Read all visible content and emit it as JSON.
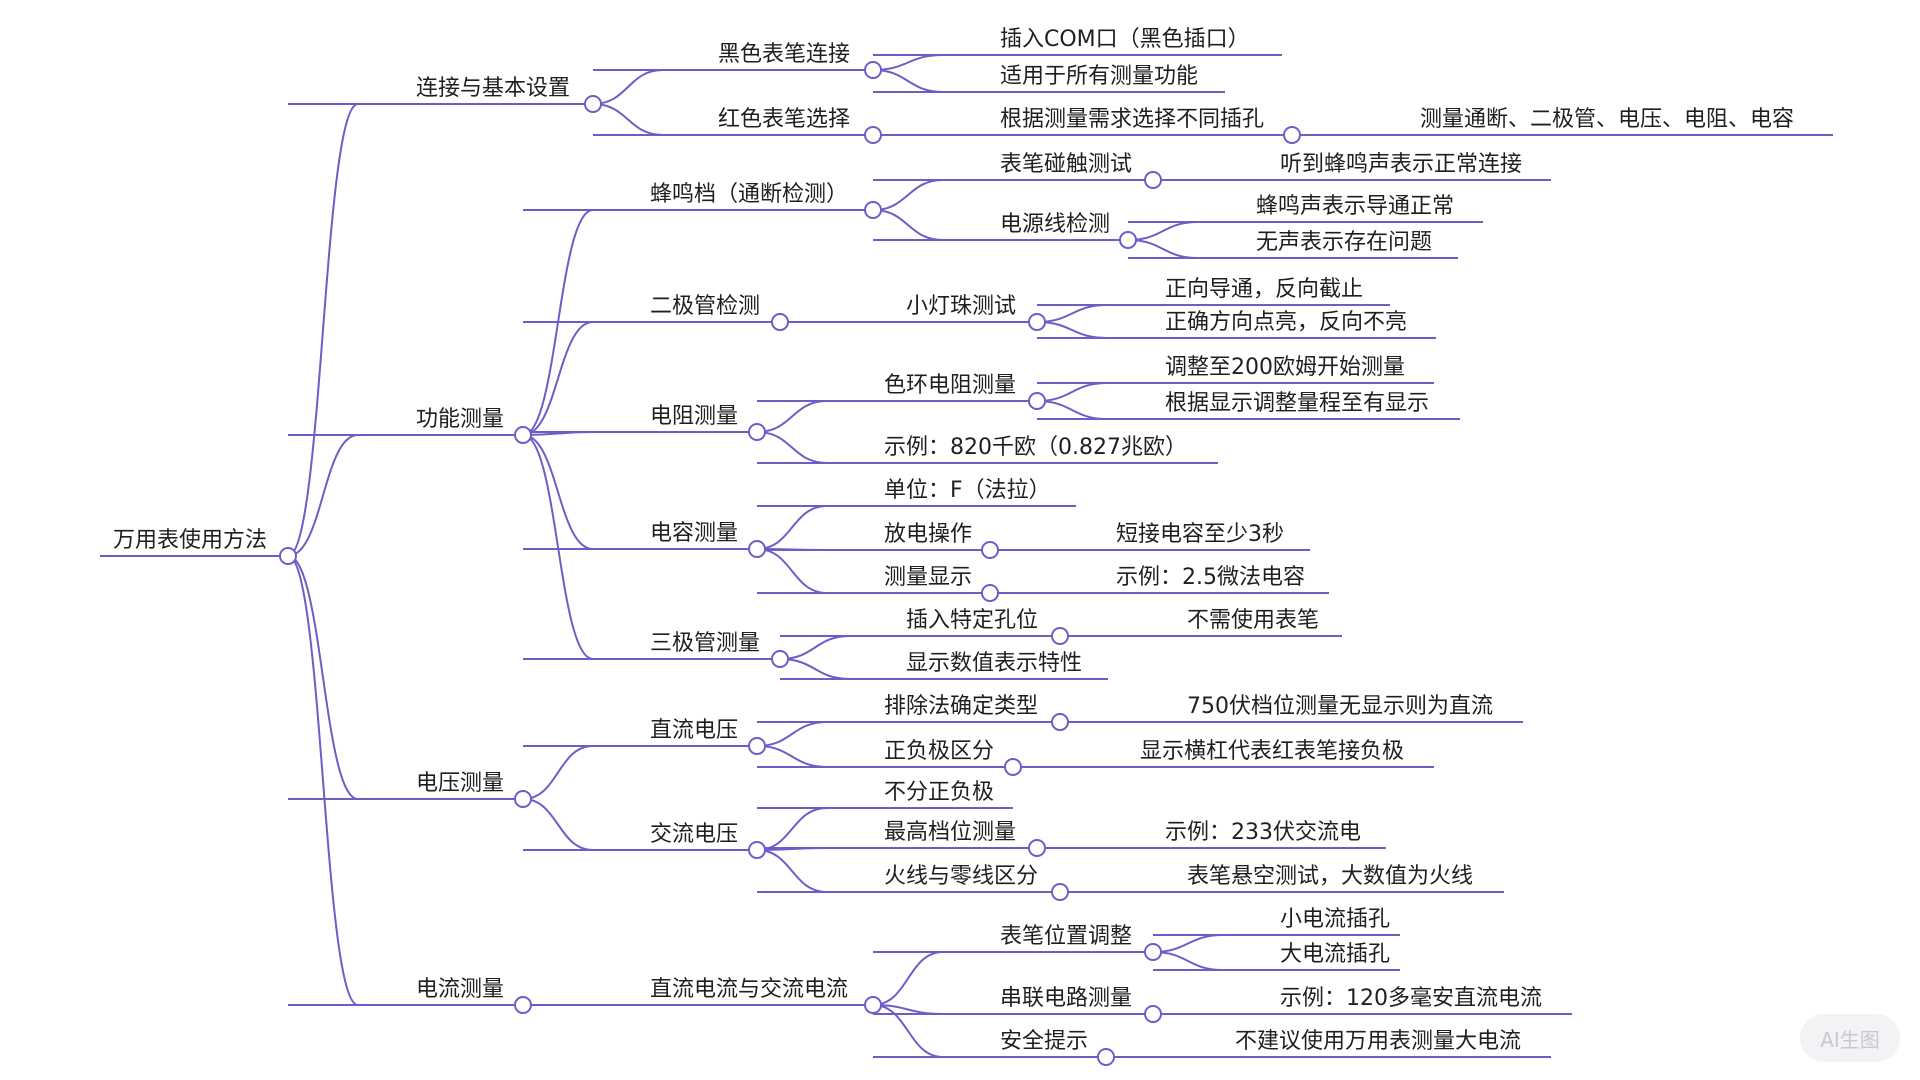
{
  "root": {
    "label": "万用表使用方法",
    "children": [
      {
        "label": "连接与基本设置",
        "children": [
          {
            "label": "黑色表笔连接",
            "children": [
              {
                "label": "插入COM口（黑色插口）"
              },
              {
                "label": "适用于所有测量功能"
              }
            ]
          },
          {
            "label": "红色表笔选择",
            "children": [
              {
                "label": "根据测量需求选择不同插孔",
                "children": [
                  {
                    "label": "测量通断、二极管、电压、电阻、电容"
                  }
                ]
              }
            ]
          }
        ]
      },
      {
        "label": "功能测量",
        "children": [
          {
            "label": "蜂鸣档（通断检测）",
            "children": [
              {
                "label": "表笔碰触测试",
                "children": [
                  {
                    "label": "听到蜂鸣声表示正常连接"
                  }
                ]
              },
              {
                "label": "电源线检测",
                "children": [
                  {
                    "label": "蜂鸣声表示导通正常"
                  },
                  {
                    "label": "无声表示存在问题"
                  }
                ]
              }
            ]
          },
          {
            "label": "二极管检测",
            "children": [
              {
                "label": "小灯珠测试",
                "children": [
                  {
                    "label": "正向导通，反向截止"
                  },
                  {
                    "label": "正确方向点亮，反向不亮"
                  }
                ]
              }
            ]
          },
          {
            "label": "电阻测量",
            "children": [
              {
                "label": "色环电阻测量",
                "children": [
                  {
                    "label": "调整至200欧姆开始测量"
                  },
                  {
                    "label": "根据显示调整量程至有显示"
                  }
                ]
              },
              {
                "label": "示例：820千欧（0.827兆欧）"
              }
            ]
          },
          {
            "label": "电容测量",
            "children": [
              {
                "label": "单位：F（法拉）"
              },
              {
                "label": "放电操作",
                "children": [
                  {
                    "label": "短接电容至少3秒"
                  }
                ]
              },
              {
                "label": "测量显示",
                "children": [
                  {
                    "label": "示例：2.5微法电容"
                  }
                ]
              }
            ]
          },
          {
            "label": "三极管测量",
            "children": [
              {
                "label": "插入特定孔位",
                "children": [
                  {
                    "label": "不需使用表笔"
                  }
                ]
              },
              {
                "label": "显示数值表示特性"
              }
            ]
          }
        ]
      },
      {
        "label": "电压测量",
        "children": [
          {
            "label": "直流电压",
            "children": [
              {
                "label": "排除法确定类型",
                "children": [
                  {
                    "label": "750伏档位测量无显示则为直流"
                  }
                ]
              },
              {
                "label": "正负极区分",
                "children": [
                  {
                    "label": "显示横杠代表红表笔接负极"
                  }
                ]
              }
            ]
          },
          {
            "label": "交流电压",
            "children": [
              {
                "label": "不分正负极"
              },
              {
                "label": "最高档位测量",
                "children": [
                  {
                    "label": "示例：233伏交流电"
                  }
                ]
              },
              {
                "label": "火线与零线区分",
                "children": [
                  {
                    "label": "表笔悬空测试，大数值为火线"
                  }
                ]
              }
            ]
          }
        ]
      },
      {
        "label": "电流测量",
        "children": [
          {
            "label": "直流电流与交流电流",
            "children": [
              {
                "label": "表笔位置调整",
                "children": [
                  {
                    "label": "小电流插孔"
                  },
                  {
                    "label": "大电流插孔"
                  }
                ]
              },
              {
                "label": "串联电路测量",
                "children": [
                  {
                    "label": "示例：120多毫安直流电流"
                  }
                ]
              },
              {
                "label": "安全提示",
                "children": [
                  {
                    "label": "不建议使用万用表测量大电流"
                  }
                ]
              }
            ]
          }
        ]
      }
    ]
  },
  "watermark": "AI生图",
  "colors": {
    "line": "#6b5fc7",
    "text": "#1f1f1f"
  }
}
